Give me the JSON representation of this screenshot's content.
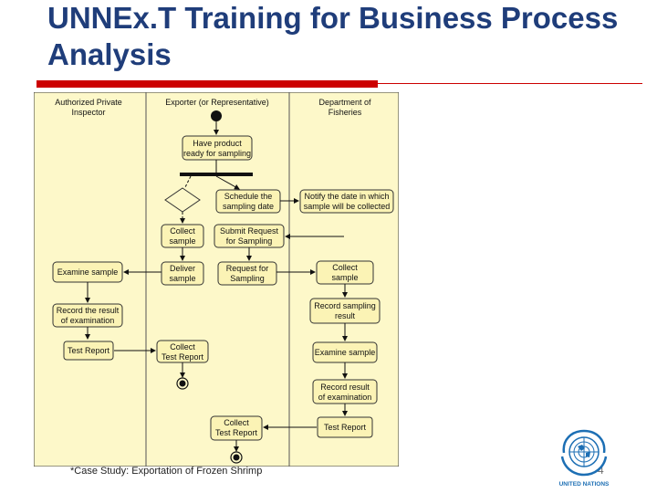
{
  "slide": {
    "title_line1": "UNNEx.T Training for  Business Process",
    "title_line2": "Analysis",
    "caption": "*Case Study: Exportation of Frozen Shrimp",
    "page_number": "4",
    "logo_text": "UNITED NATIONS"
  },
  "diagram": {
    "lanes": [
      {
        "line1": "Authorized Private",
        "line2": "Inspector"
      },
      {
        "line1": "Exporter (or Representative)",
        "line2": ""
      },
      {
        "line1": "Department of",
        "line2": "Fisheries"
      }
    ],
    "activities": {
      "have_product": [
        "Have product",
        "ready for sampling"
      ],
      "schedule_date": [
        "Schedule the",
        "sampling date"
      ],
      "notify_date": [
        "Notify the date in which",
        "sample will be collected"
      ],
      "collect_sample_exp": [
        "Collect",
        "sample"
      ],
      "submit_request": [
        "Submit Request",
        "for Sampling"
      ],
      "examine_sample_api": [
        "Examine sample"
      ],
      "deliver_sample": [
        "Deliver",
        "sample"
      ],
      "request_sampling": [
        "Request for",
        "Sampling"
      ],
      "collect_sample_dof": [
        "Collect",
        "sample"
      ],
      "record_exam_api": [
        "Record the result",
        "of examination"
      ],
      "record_sampling": [
        "Record sampling",
        "result"
      ],
      "test_report_api": [
        "Test Report"
      ],
      "collect_test_report_exp": [
        "Collect",
        "Test Report"
      ],
      "examine_sample_dof": [
        "Examine sample"
      ],
      "record_exam_dof": [
        "Record result",
        "of examination"
      ],
      "collect_test_report_exp2": [
        "Collect",
        "Test Report"
      ],
      "test_report_dof": [
        "Test Report"
      ]
    }
  },
  "colors": {
    "title": "#1f3d7a",
    "accent_red": "#cc0000",
    "diagram_bg": "#fdf8c9",
    "activity_bg": "#fbf3b5",
    "un_blue": "#1d6fb4"
  }
}
